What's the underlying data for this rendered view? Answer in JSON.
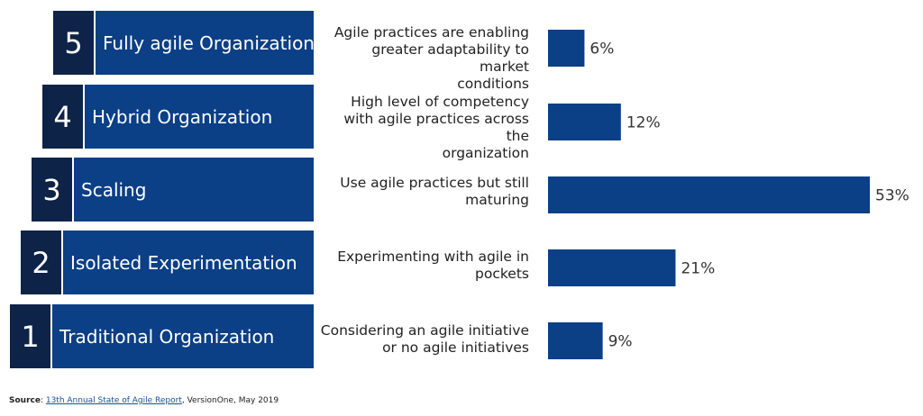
{
  "levels": [
    {
      "number": "5",
      "name": "Fully agile Organization",
      "description_lines": [
        "Agile practices are enabling",
        "greater adaptability to market",
        "conditions"
      ]
    },
    {
      "number": "4",
      "name": "Hybrid Organization",
      "description_lines": [
        "High level of competency",
        "with agile practices across the",
        "organization"
      ]
    },
    {
      "number": "3",
      "name": "Scaling",
      "description_lines": [
        "Use agile practices but still",
        "maturing"
      ]
    },
    {
      "number": "2",
      "name": "Isolated Experimentation",
      "description_lines": [
        "Experimenting with agile in",
        "pockets"
      ]
    },
    {
      "number": "1",
      "name": "Traditional Organization",
      "description_lines": [
        "Considering an agile initiative",
        "or no agile initiatives"
      ]
    }
  ],
  "chart_data": {
    "type": "bar",
    "orientation": "horizontal",
    "categories": [
      "Agile practices are enabling greater adaptability to market conditions",
      "High level of competency with agile practices across the organization",
      "Use agile practices but still maturing",
      "Experimenting with agile in pockets",
      "Considering an agile initiative or no agile initiatives"
    ],
    "values": [
      6,
      12,
      53,
      21,
      9
    ],
    "value_labels": [
      "6%",
      "12%",
      "53%",
      "21%",
      "9%"
    ],
    "unit": "%",
    "bar_color": "#0b3f86",
    "xlim": [
      0,
      53
    ]
  },
  "source": {
    "label": "Source",
    "link_text": "13th Annual State of Agile Report",
    "rest": ", VersionOne, May 2019"
  },
  "colors": {
    "number_box": "#0e2348",
    "name_box": "#0b3f86",
    "bar": "#0b3f86"
  }
}
